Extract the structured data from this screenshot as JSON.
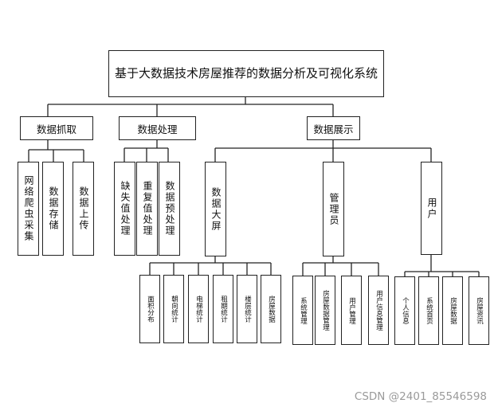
{
  "root": "基于大数据技术房屋推荐的数据分析及可视化系统",
  "branches": {
    "crawl": {
      "label": "数据抓取",
      "children": [
        "网络爬虫采集",
        "数据存储",
        "数据上传"
      ]
    },
    "process": {
      "label": "数据处理",
      "children": [
        "缺失值处理",
        "重复值处理",
        "数据预处理"
      ]
    },
    "display": {
      "label": "数据展示",
      "screen": {
        "label": "数据大屏",
        "children": [
          "面积分布",
          "朝向统计",
          "电梯统计",
          "租期统计",
          "楼层统计",
          "房屋数据"
        ]
      },
      "admin": {
        "label": "管理员",
        "children": [
          "系统管理",
          "房屋数据管理",
          "用户管理",
          "用户信息管理"
        ]
      },
      "user": {
        "label": "用户",
        "children": [
          "个人信息",
          "系统首页",
          "房屋数据",
          "房屋资讯"
        ]
      }
    }
  },
  "watermark": "CSDN @2401_85546598"
}
